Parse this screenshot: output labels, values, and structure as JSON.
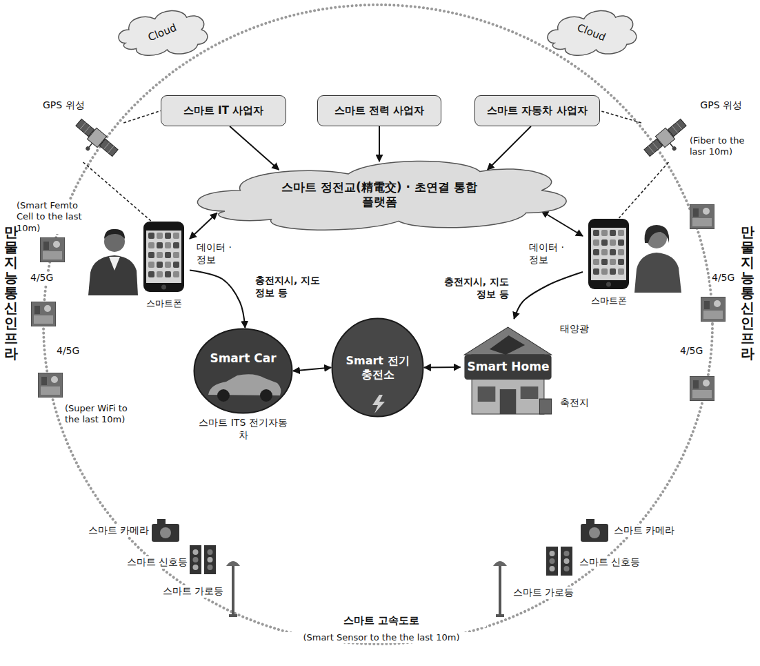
{
  "diagram": {
    "nodes": [
      {
        "text": [
          "Cloud"
        ]
      },
      {
        "text": [
          "Cloud"
        ]
      },
      {
        "text": [
          "GPS 위성"
        ]
      },
      {
        "text": [
          "GPS 위성"
        ]
      },
      {
        "text": [
          "스마트 IT 사업자"
        ]
      },
      {
        "text": [
          "스마트 전력 사업자"
        ]
      },
      {
        "text": [
          "스마트 자동차 사업자"
        ]
      },
      {
        "text": [
          "스마트 정전교(精電交) · 초연결 통합플랫폼"
        ]
      },
      {
        "text": [
          "스마트폰"
        ]
      },
      {
        "text": [
          "스마트폰"
        ]
      },
      {
        "text": [
          "Smart Car",
          "스마트 ITS 전기자동차"
        ]
      },
      {
        "text": [
          "Smart 전기충전소"
        ]
      },
      {
        "text": [
          "Smart Home"
        ]
      }
    ],
    "edges": [
      {
        "from": 4,
        "to": 7,
        "arrow": "to"
      },
      {
        "from": 5,
        "to": 7,
        "arrow": "to"
      },
      {
        "from": 6,
        "to": 7,
        "arrow": "to"
      },
      {
        "from": 8,
        "to": 7,
        "arrow": "both",
        "label": "데이터 · 정보"
      },
      {
        "from": 9,
        "to": 7,
        "arrow": "both",
        "label": "데이터 · 정보"
      },
      {
        "from": 8,
        "to": 10,
        "arrow": "to",
        "label": "충전지시, 지도정보 등"
      },
      {
        "from": 9,
        "to": 12,
        "arrow": "to",
        "label": "충전지시, 지도정보 등"
      },
      {
        "from": 10,
        "to": 11,
        "arrow": "both"
      },
      {
        "from": 11,
        "to": 12,
        "arrow": "both"
      },
      {
        "from": 2,
        "to": 4,
        "arrow": "none"
      },
      {
        "from": 2,
        "to": 8,
        "arrow": "none"
      },
      {
        "from": 3,
        "to": 6,
        "arrow": "none"
      },
      {
        "from": 3,
        "to": 9,
        "arrow": "none"
      }
    ],
    "labels": [
      "(Smart Femto Cell to the last 10m)",
      "4/5G",
      "4/5G",
      "(Super WiFi to the last 10m)",
      "만물지능통신 인프라",
      "(Fiber to the lasr 10m)",
      "4/5G",
      "4/5G",
      "만물지능통신 인프라",
      "태양광",
      "축전지",
      "스마트 카메라",
      "스마트 신호등",
      "스마트 가로등",
      "스마트 카메라",
      "스마트 신호등",
      "스마트 가로등",
      "스마트 고속도로",
      "(Smart Sensor to the the last 10m)"
    ]
  }
}
